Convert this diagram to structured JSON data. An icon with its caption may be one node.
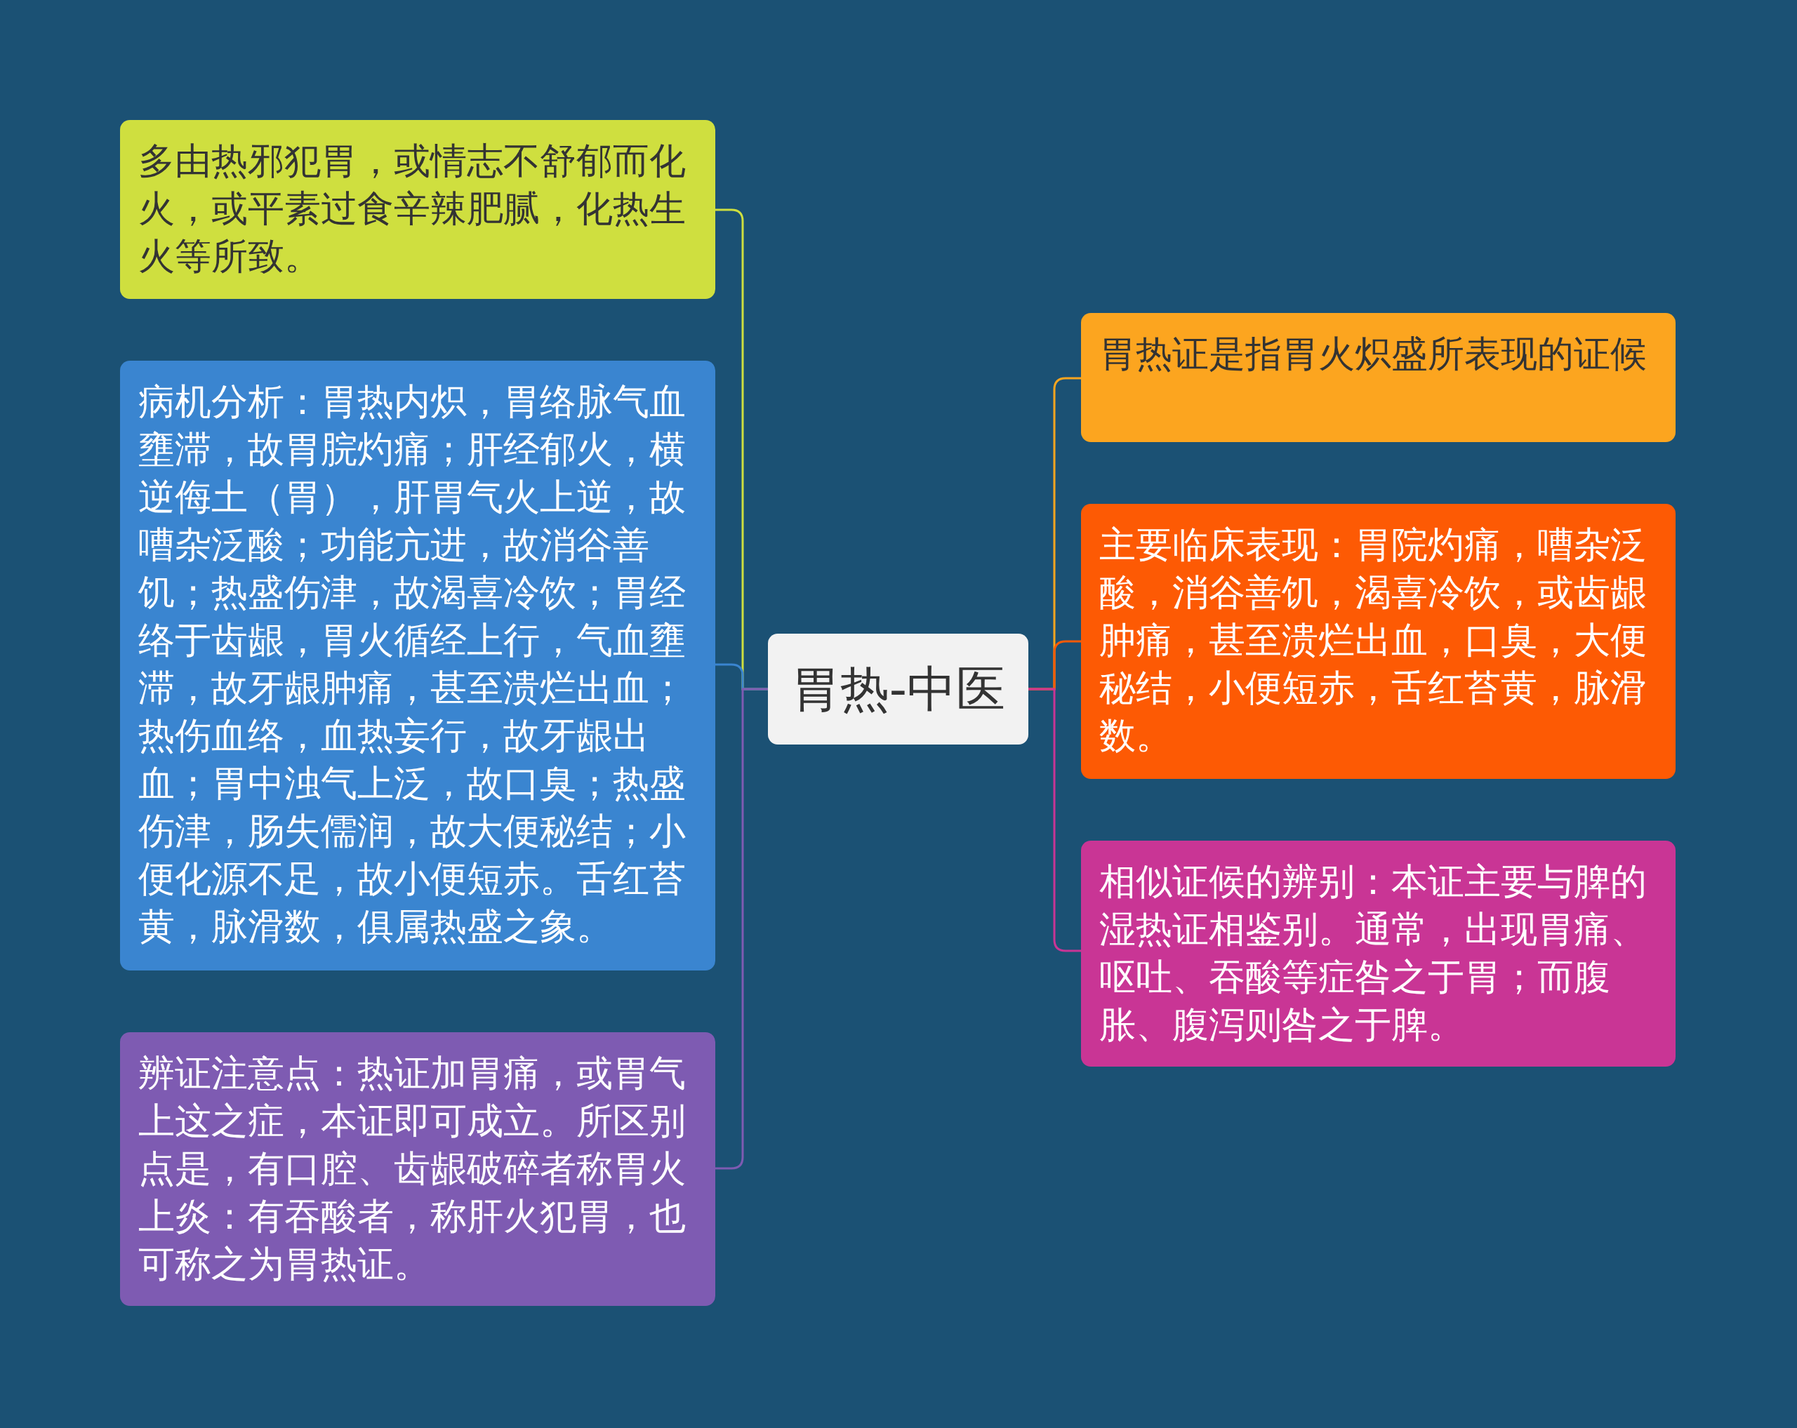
{
  "diagram": {
    "nodes": [
      {
        "text": [
          "胃热-中医"
        ]
      },
      {
        "text": [
          "多由热邪犯胃，或情志不舒郁而化火，或平素过食辛辣肥腻，化热生火等所致。"
        ]
      },
      {
        "text": [
          "病机分析：胃热内炽，胃络脉气血壅滞，故胃脘灼痛；肝经郁火，横逆侮土（胃），肝胃气火上逆，故嘈杂泛酸；功能亢进，故消谷善饥；热盛伤津，故渴喜冷饮；胃经络于齿龈，胃火循经上行，气血壅滞，故牙龈肿痛，甚至溃烂出血；热伤血络，血热妄行，故牙龈出血；胃中浊气上泛，故口臭；热盛伤津，肠失儒润，故大便秘结；小便化源不足，故小便短赤。舌红苔黄，脉滑数，俱属热盛之象。"
        ]
      },
      {
        "text": [
          "辨证注意点：热证加胃痛，或胃气上这之症，本证即可成立。所区别点是，有口腔、齿龈破碎者称胃火上炎：有吞酸者，称肝火犯胃，也可称之为胃热证。"
        ]
      },
      {
        "text": [
          "胃热证是指胃火炽盛所表现的证候"
        ]
      },
      {
        "text": [
          "主要临床表现：胃院灼痛，嘈杂泛酸，消谷善饥，渴喜冷饮，或齿龈肿痛，甚至溃烂出血，口臭，大便秘结，小便短赤，舌红苔黄，脉滑数。"
        ]
      },
      {
        "text": [
          "相似证候的辨别：本证主要与脾的湿热证相鉴别。通常，出现胃痛、呕吐、吞酸等症咎之于胃；而腹胀、腹泻则咎之于脾。"
        ]
      }
    ],
    "edges": [
      {
        "from": 0,
        "to": 1,
        "arrow": "none",
        "color": "#cfdf3f"
      },
      {
        "from": 0,
        "to": 2,
        "arrow": "none",
        "color": "#3a85d0"
      },
      {
        "from": 0,
        "to": 3,
        "arrow": "none",
        "color": "#7e5bb2"
      },
      {
        "from": 0,
        "to": 4,
        "arrow": "none",
        "color": "#fca51f"
      },
      {
        "from": 0,
        "to": 5,
        "arrow": "none",
        "color": "#fd5a04"
      },
      {
        "from": 0,
        "to": 6,
        "arrow": "none",
        "color": "#c93595"
      }
    ]
  }
}
